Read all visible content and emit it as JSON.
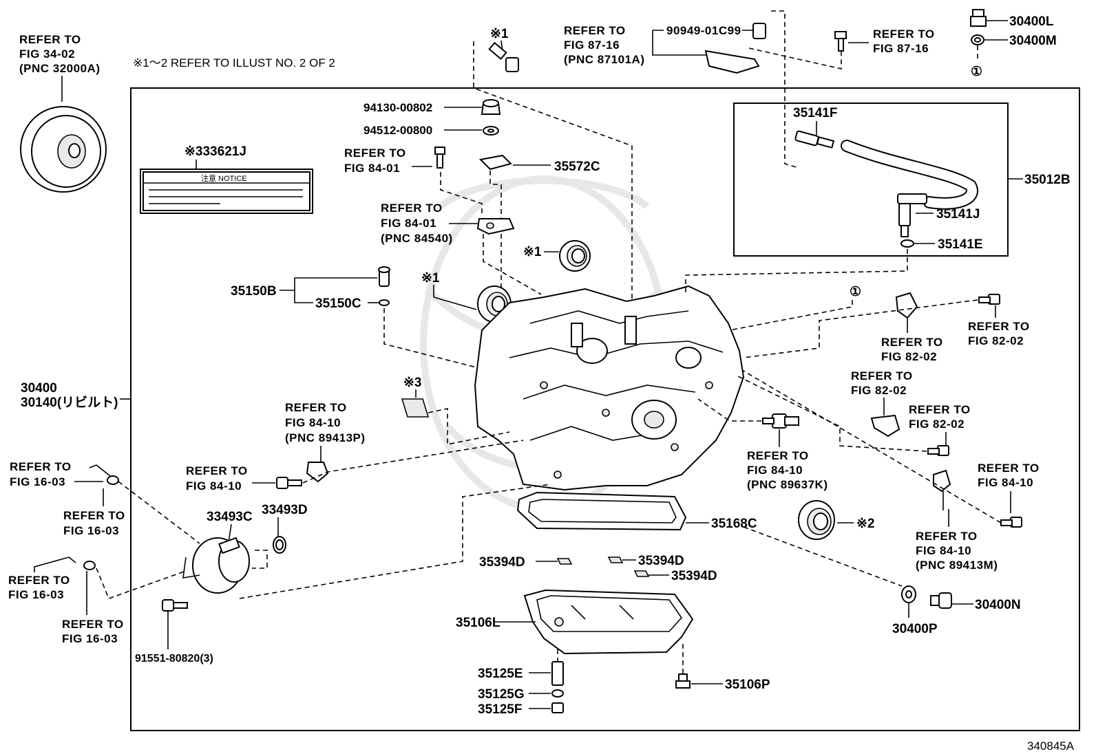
{
  "note_header": "※1～2 REFER TO ILLUST NO. 2 OF 2",
  "diagram_id": "340845A",
  "notice_label": {
    "part": "※333621J",
    "title": "注意 NOTICE"
  },
  "marks": {
    "m1": "※1",
    "m2": "※2",
    "m3": "※3",
    "circle1": "①"
  },
  "parts": {
    "p30400L": "30400L",
    "p30400M": "30400M",
    "p30400N": "30400N",
    "p30400P": "30400P",
    "p35012B": "35012B",
    "p35141F": "35141F",
    "p35141J": "35141J",
    "p35141E": "35141E",
    "p35572C": "35572C",
    "p35150B": "35150B",
    "p35150C": "35150C",
    "p33493C": "33493C",
    "p33493D": "33493D",
    "p35168C": "35168C",
    "p35394D": "35394D",
    "p35106L": "35106L",
    "p35106P": "35106P",
    "p35125E": "35125E",
    "p35125G": "35125G",
    "p35125F": "35125F",
    "p94130": "94130-00802",
    "p94512": "94512-00800",
    "p90949": "90949-01C99",
    "p91551": "91551-80820(3)",
    "p30400_main": "30400",
    "p30140_main": "30140(リビルト)"
  },
  "refs": {
    "r_34_02": [
      "REFER TO",
      "FIG 34-02",
      "(PNC 32000A)"
    ],
    "r_87_16_pnc": [
      "REFER TO",
      "FIG 87-16",
      "(PNC 87101A)"
    ],
    "r_87_16": [
      "REFER TO",
      "FIG 87-16"
    ],
    "r_84_01_a": [
      "REFER TO",
      "FIG 84-01"
    ],
    "r_84_01_b": [
      "REFER TO",
      "FIG 84-01",
      "(PNC 84540)"
    ],
    "r_84_10_p": [
      "REFER TO",
      "FIG 84-10",
      "(PNC 89413P)"
    ],
    "r_84_10_a": [
      "REFER TO",
      "FIG 84-10"
    ],
    "r_84_10_k": [
      "REFER TO",
      "FIG 84-10",
      "(PNC 89637K)"
    ],
    "r_84_10_m": [
      "REFER TO",
      "FIG 84-10",
      "(PNC 89413M)"
    ],
    "r_84_10_b": [
      "REFER TO",
      "FIG 84-10"
    ],
    "r_82_02_a": [
      "REFER TO",
      "FIG 82-02"
    ],
    "r_82_02_b": [
      "REFER TO",
      "FIG 82-02"
    ],
    "r_82_02_c": [
      "REFER TO",
      "FIG 82-02"
    ],
    "r_82_02_d": [
      "REFER TO",
      "FIG 82-02"
    ],
    "r_16_03_a": [
      "REFER TO",
      "FIG 16-03"
    ],
    "r_16_03_b": [
      "REFER TO",
      "FIG 16-03"
    ],
    "r_16_03_c": [
      "REFER TO",
      "FIG 16-03"
    ],
    "r_16_03_d": [
      "REFER TO",
      "FIG 16-03"
    ]
  }
}
